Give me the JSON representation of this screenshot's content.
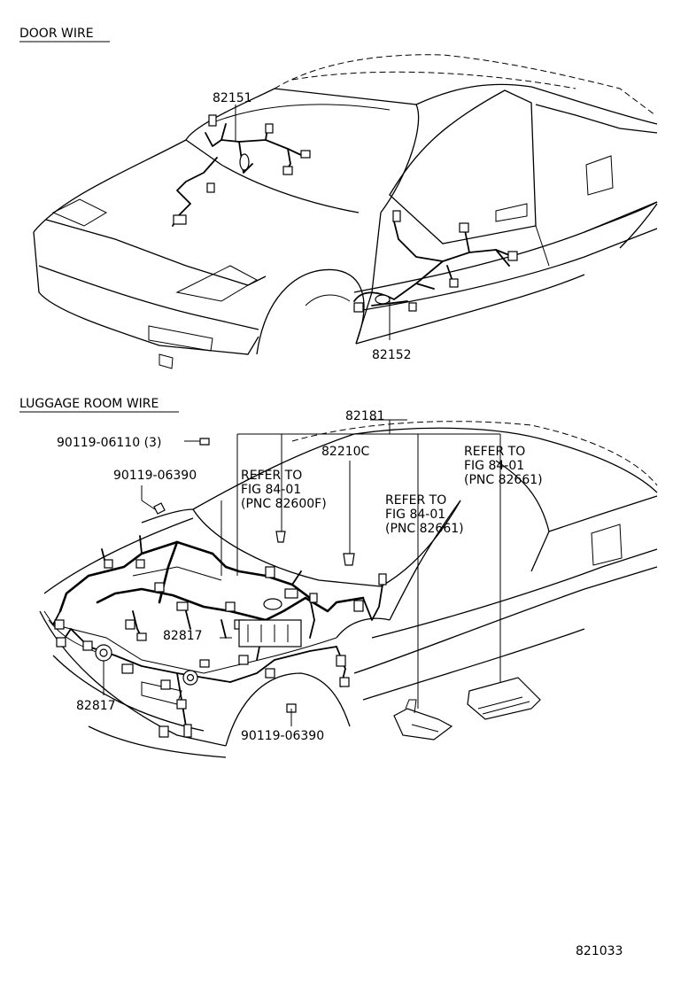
{
  "sections": {
    "door": {
      "title": "DOOR WIRE"
    },
    "luggage": {
      "title": "LUGGAGE ROOM WIRE"
    }
  },
  "door_parts": {
    "part_82151": "82151",
    "part_82152": "82152"
  },
  "luggage_parts": {
    "part_82181": "82181",
    "part_82210c": "82210C",
    "bolt_top": "90119-06110 (3)",
    "bolt_left": "90119-06390",
    "bolt_bottom": "90119-06390",
    "sensor_a": "82817",
    "sensor_b": "82817"
  },
  "refs": {
    "ref1": {
      "line1": "REFER TO",
      "line2": "FIG 84-01",
      "line3": "(PNC 82600F)"
    },
    "ref2": {
      "line1": "REFER TO",
      "line2": "FIG 84-01",
      "line3": "(PNC 82661)"
    },
    "ref3": {
      "line1": "REFER TO",
      "line2": "FIG 84-01",
      "line3": "(PNC 82661)"
    }
  },
  "figure_number": "821033"
}
